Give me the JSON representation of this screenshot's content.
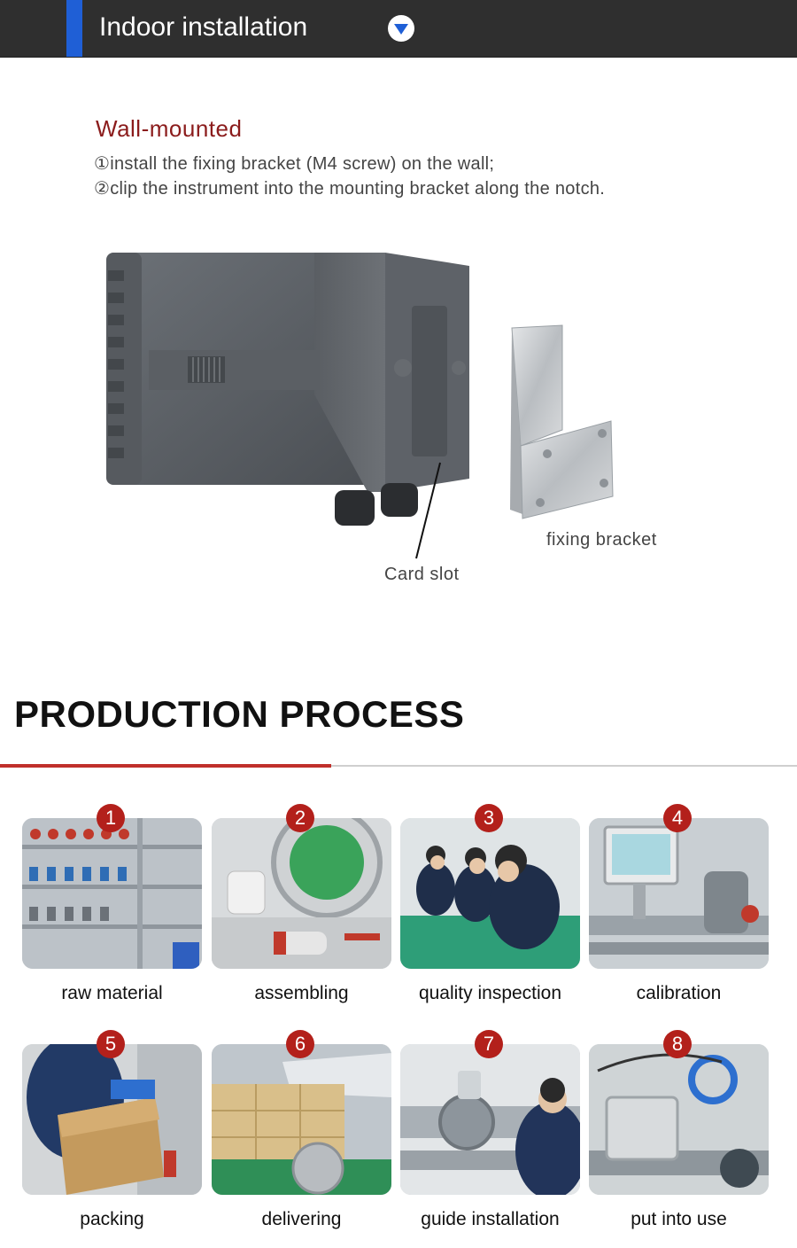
{
  "header": {
    "title": "Indoor installation",
    "chevron_icon": "chevron-down-circle-icon",
    "accent_color": "#1f5fd6"
  },
  "wall_mounted": {
    "title": "Wall-mounted",
    "steps": [
      "①install the fixing bracket (M4 screw) on the wall;",
      "②clip the instrument into the mounting bracket along the notch."
    ],
    "labels": {
      "card_slot": "Card slot",
      "fixing_bracket": "fixing bracket"
    }
  },
  "production": {
    "heading": "PRODUCTION PROCESS",
    "accent_color": "#c0302b",
    "steps": [
      {
        "number": "1",
        "label": "raw material"
      },
      {
        "number": "2",
        "label": "assembling"
      },
      {
        "number": "3",
        "label": "quality inspection"
      },
      {
        "number": "4",
        "label": "calibration"
      },
      {
        "number": "5",
        "label": "packing"
      },
      {
        "number": "6",
        "label": "delivering"
      },
      {
        "number": "7",
        "label": "guide installation"
      },
      {
        "number": "8",
        "label": "put into use"
      }
    ]
  }
}
